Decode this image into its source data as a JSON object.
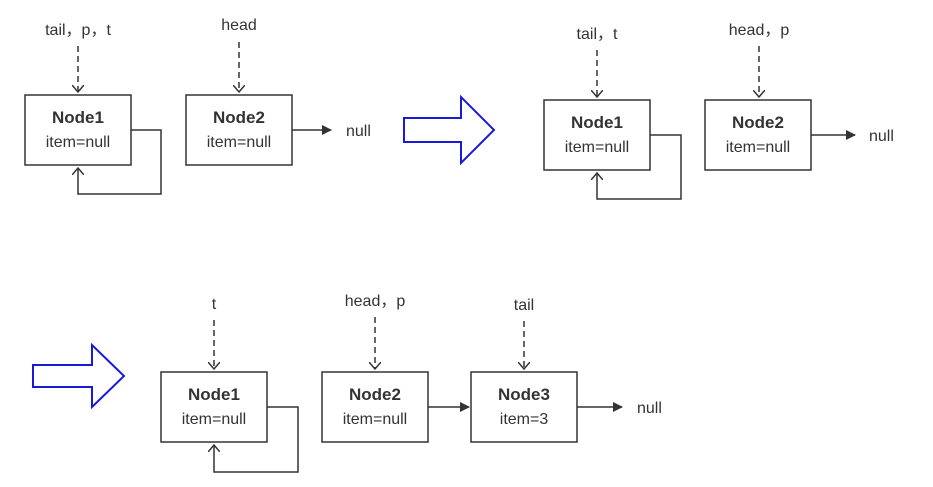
{
  "colors": {
    "stroke": "#333333",
    "node_fill": "#ffffff",
    "transition_arrow": "#1a1ad6"
  },
  "states": [
    {
      "pointers": [
        "tail，p，t",
        "head"
      ],
      "nodes": [
        {
          "name": "Node1",
          "item": "item=null",
          "self_loop": true
        },
        {
          "name": "Node2",
          "item": "item=null",
          "self_loop": false
        }
      ],
      "null_label": "null"
    },
    {
      "pointers": [
        "tail，t",
        "head，p"
      ],
      "nodes": [
        {
          "name": "Node1",
          "item": "item=null",
          "self_loop": true
        },
        {
          "name": "Node2",
          "item": "item=null",
          "self_loop": false
        }
      ],
      "null_label": "null"
    },
    {
      "pointers": [
        "t",
        "head，p",
        "tail"
      ],
      "nodes": [
        {
          "name": "Node1",
          "item": "item=null",
          "self_loop": true
        },
        {
          "name": "Node2",
          "item": "item=null",
          "self_loop": false
        },
        {
          "name": "Node3",
          "item": "item=3",
          "self_loop": false
        }
      ],
      "null_label": "null"
    }
  ]
}
